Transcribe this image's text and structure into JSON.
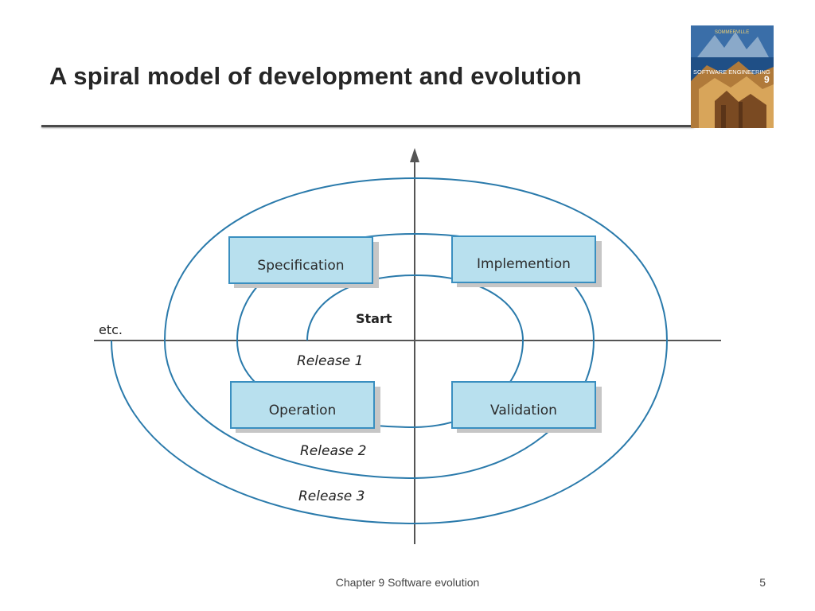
{
  "slide": {
    "title": "A spiral model of development and evolution",
    "footer": "Chapter 9 Software evolution",
    "page_number": "5"
  },
  "cover_image": {
    "author": "SOMMERVILLE",
    "title": "SOFTWARE ENGINEERING",
    "edition": "9"
  },
  "diagram": {
    "boxes": {
      "top_left": "Specification",
      "top_right": "Implemention",
      "bottom_left": "Operation",
      "bottom_right": "Validation"
    },
    "labels": {
      "start": "Start",
      "etc": "etc.",
      "release_1": "Release 1",
      "release_2": "Release 2",
      "release_3": "Release 3"
    },
    "colors": {
      "spiral": "#2a7aab",
      "box_fill": "#b8e0ee",
      "box_border": "#3a8fc0",
      "axis": "#555555"
    }
  }
}
